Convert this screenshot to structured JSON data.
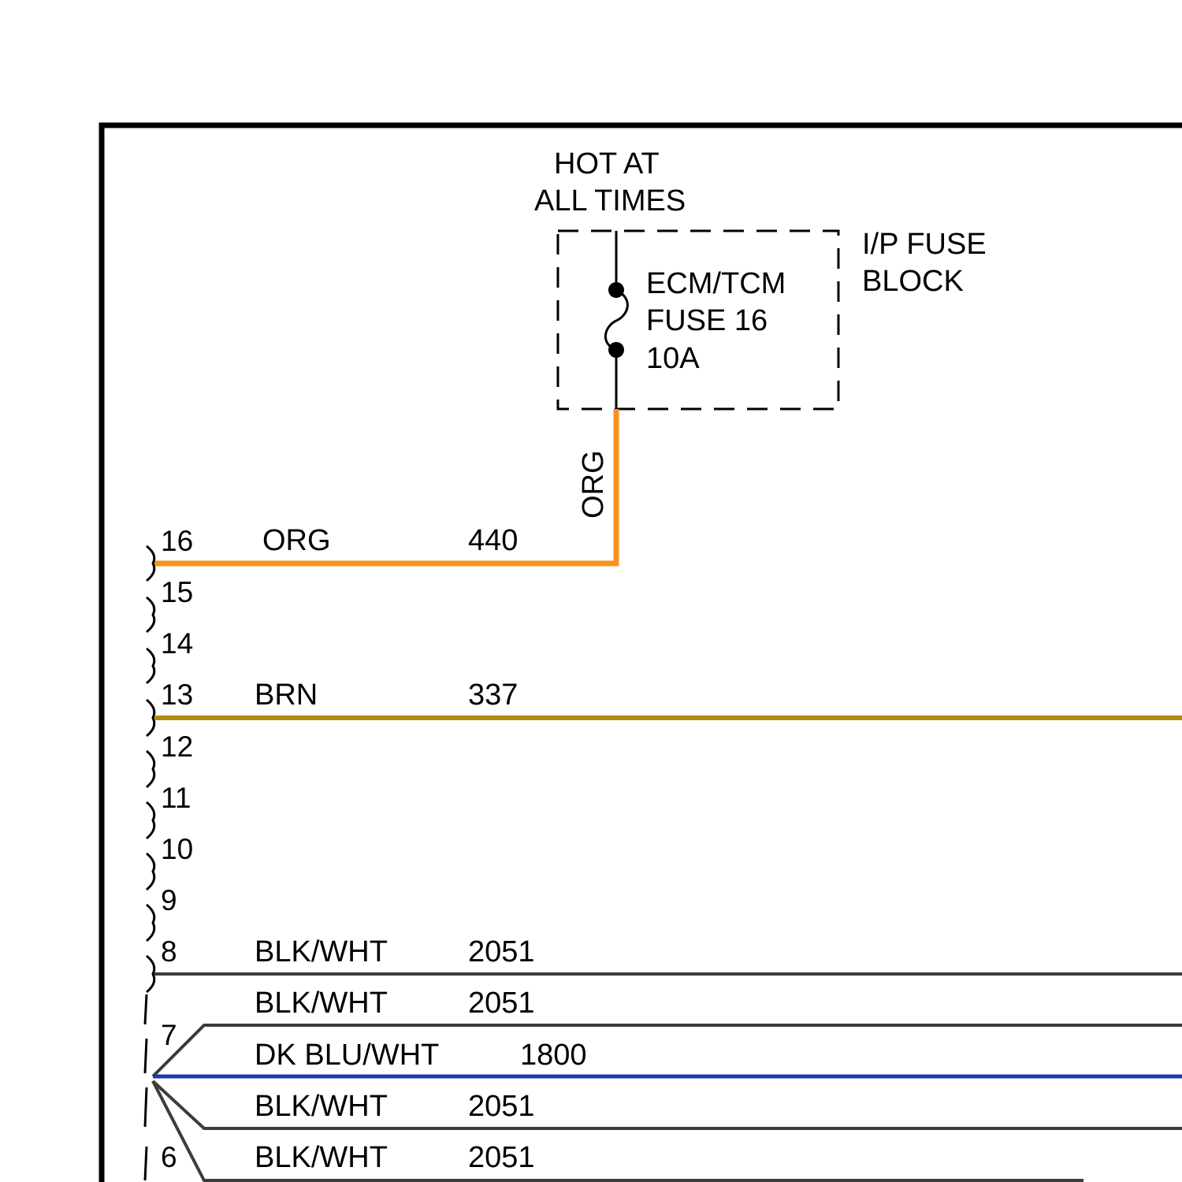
{
  "fuse_block": {
    "power_label_line1": "HOT AT",
    "power_label_line2": "ALL TIMES",
    "block_label_line1": "I/P FUSE",
    "block_label_line2": "BLOCK",
    "fuse_name": "ECM/TCM",
    "fuse_number": "FUSE 16",
    "fuse_rating": "10A"
  },
  "vertical_wire": {
    "color_label": "ORG",
    "color": "#f7931e"
  },
  "connector_pins": [
    "16",
    "15",
    "14",
    "13",
    "12",
    "11",
    "10",
    "9",
    "8",
    "7",
    "6"
  ],
  "wires": [
    {
      "pin": "16",
      "color_label": "ORG",
      "circuit": "440",
      "color": "#f7931e"
    },
    {
      "pin": "13",
      "color_label": "BRN",
      "circuit": "337",
      "color": "#b38b0f"
    },
    {
      "pin": "8",
      "color_label": "BLK/WHT",
      "circuit": "2051",
      "color": "#3c3c3c"
    },
    {
      "pin": "7",
      "color_label": "BLK/WHT",
      "circuit": "2051",
      "color": "#3c3c3c"
    },
    {
      "pin": "7",
      "color_label": "DK BLU/WHT",
      "circuit": "1800",
      "color": "#1f3aa6"
    },
    {
      "pin": "7",
      "color_label": "BLK/WHT",
      "circuit": "2051",
      "color": "#3c3c3c"
    },
    {
      "pin": "6",
      "color_label": "BLK/WHT",
      "circuit": "2051",
      "color": "#3c3c3c"
    }
  ]
}
